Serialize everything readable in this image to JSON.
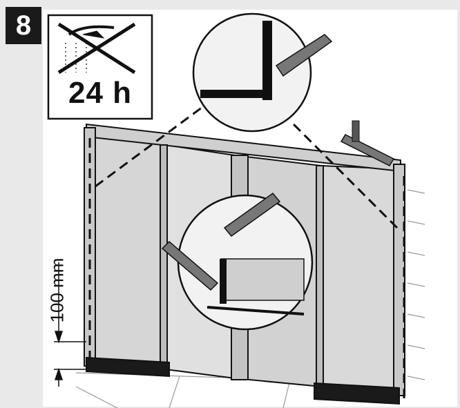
{
  "step": {
    "number": "8"
  },
  "cure_notice": {
    "duration": "24 h",
    "icon": "no-shower-icon"
  },
  "dimension": {
    "label": "100 mm"
  },
  "colors": {
    "badge": "#1a1a1a",
    "panel": "#d8d8d8",
    "line": "#111111",
    "background": "#e9e9e9"
  }
}
